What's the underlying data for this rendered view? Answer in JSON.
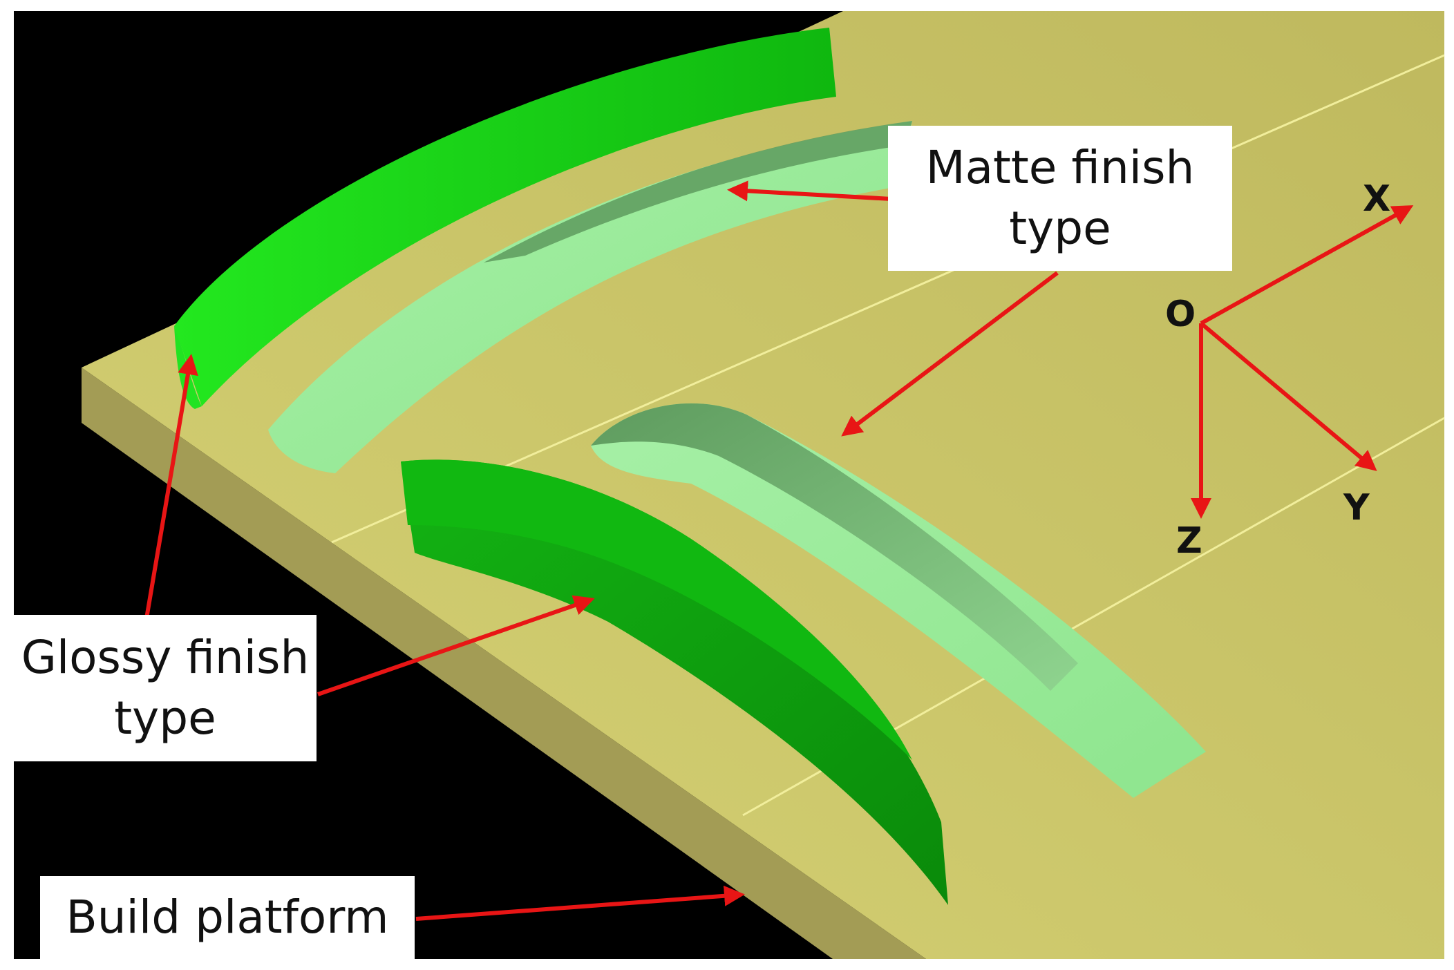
{
  "labels": {
    "matte": {
      "line1": "Matte finish",
      "line2": "type"
    },
    "glossy": {
      "line1": "Glossy finish",
      "line2": "type"
    },
    "platform": "Build platform"
  },
  "axes": {
    "origin": "O",
    "x": "X",
    "y": "Y",
    "z": "Z"
  },
  "colors": {
    "background": "#000000",
    "platform_top": "#c9c46a",
    "platform_front": "#a39c55",
    "glossy_green": "#14c214",
    "matte_green": "#8fe08f",
    "arrow_red": "#e81515"
  }
}
